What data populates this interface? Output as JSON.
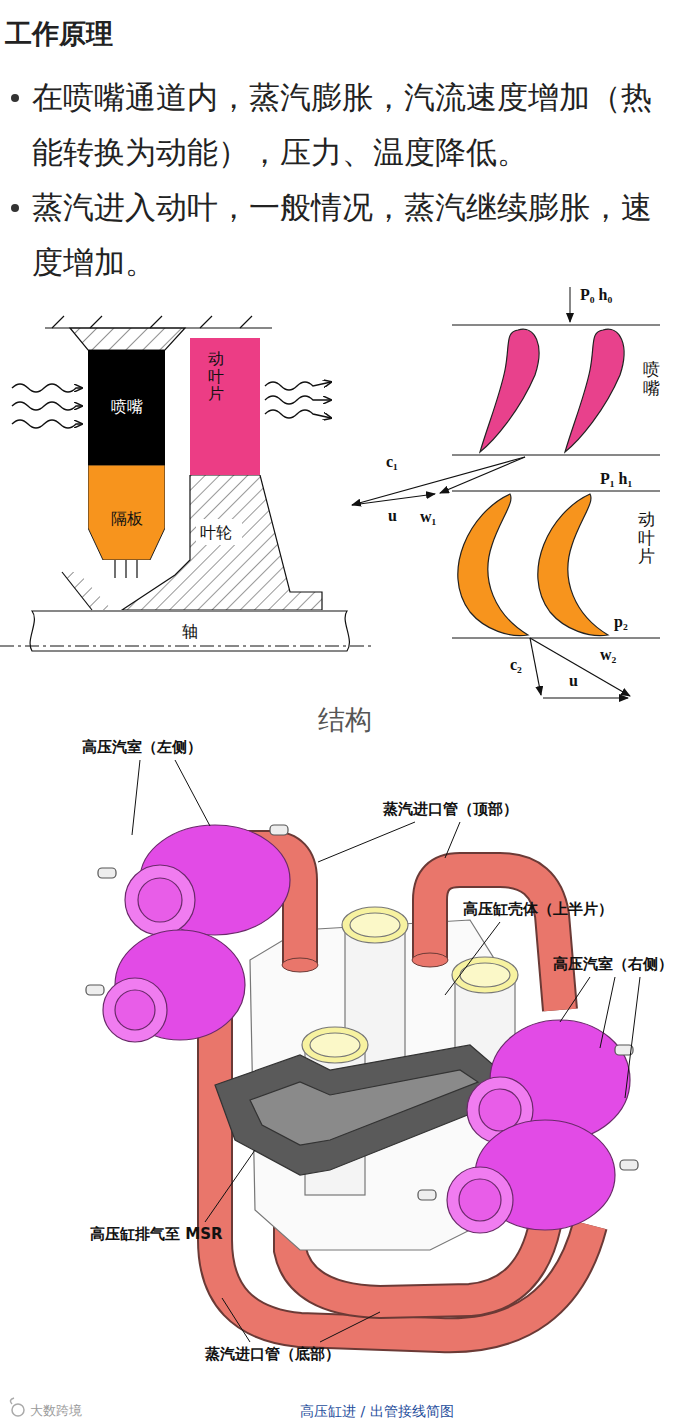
{
  "diagram": {
    "title": "工作原理",
    "caption": "高压缸进 / 出管接线简图",
    "nodes": [
      {
        "text": [
          "喷嘴"
        ]
      },
      {
        "text": [
          "动叶片"
        ]
      },
      {
        "text": [
          "隔板"
        ]
      },
      {
        "text": [
          "叶轮"
        ]
      },
      {
        "text": [
          "轴"
        ]
      }
    ],
    "labels": [
      "在喷嘴通道内，蒸汽膨胀，汽流速度增加（热能转换为动能），压力、温度降低。",
      "蒸汽进入动叶，一般情况，蒸汽继续膨胀，速度增加。",
      "P₀ h₀",
      "喷嘴",
      "c₁",
      "u",
      "w₁",
      "P₁ h₁",
      "动叶片",
      "p₂",
      "c₂",
      "w₂",
      "u",
      "结构",
      "高压汽室（左侧）",
      "蒸汽进口管（顶部）",
      "高压缸壳体（上半片）",
      "高压汽室（右侧）",
      "高压缸排气至 MSR",
      "蒸汽进口管（底部）",
      "大数跨境"
    ]
  }
}
